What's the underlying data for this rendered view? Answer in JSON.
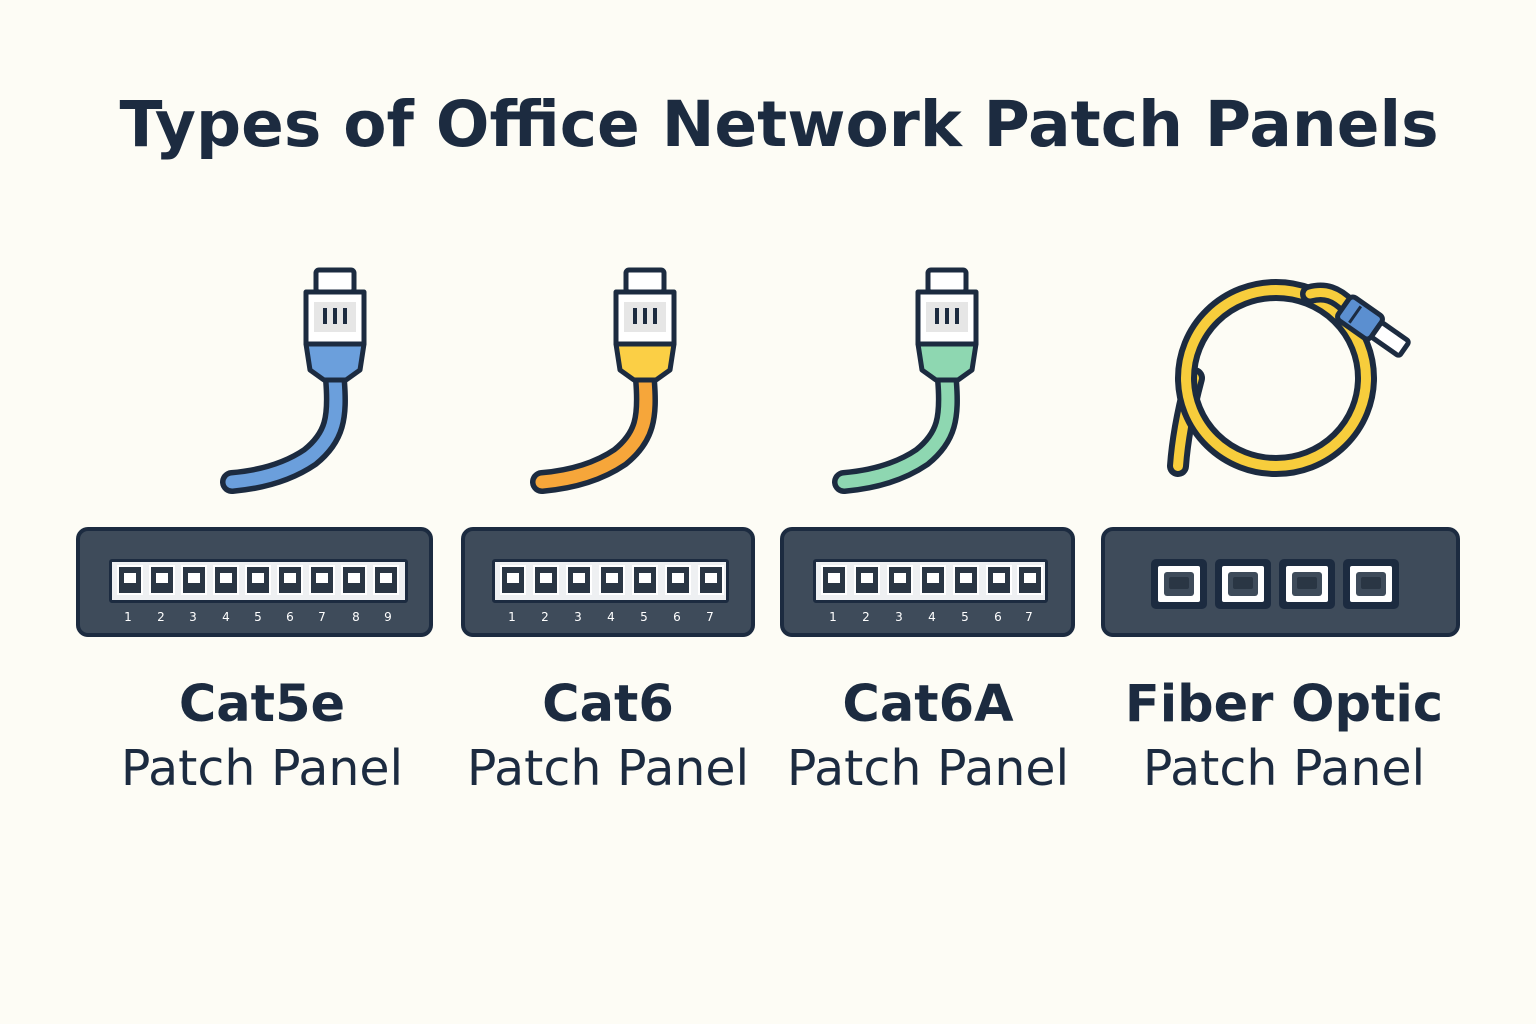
{
  "title": "Types of Office Network Patch Panels",
  "panels": [
    {
      "name": "Cat5e",
      "subtitle": "Patch Panel",
      "cable_color": "#6b9fdc",
      "ports": [
        "1",
        "2",
        "3",
        "4",
        "5",
        "6",
        "7",
        "8",
        "9"
      ]
    },
    {
      "name": "Cat6",
      "subtitle": "Patch Panel",
      "cable_color": "#f6a63a",
      "plug_color": "#fbcf45",
      "ports": [
        "1",
        "2",
        "3",
        "4",
        "5",
        "6",
        "7"
      ]
    },
    {
      "name": "Cat6A",
      "subtitle": "Patch Panel",
      "cable_color": "#8ed7b1",
      "ports": [
        "1",
        "2",
        "3",
        "4",
        "5",
        "6",
        "7"
      ]
    },
    {
      "name": "Fiber Optic",
      "subtitle": "Patch Panel",
      "cable_color": "#f7cd3c",
      "connector_color": "#5b8fd0"
    }
  ],
  "colors": {
    "background": "#fdfcf5",
    "ink": "#1c2b40",
    "panel": "#3e4b5a"
  }
}
